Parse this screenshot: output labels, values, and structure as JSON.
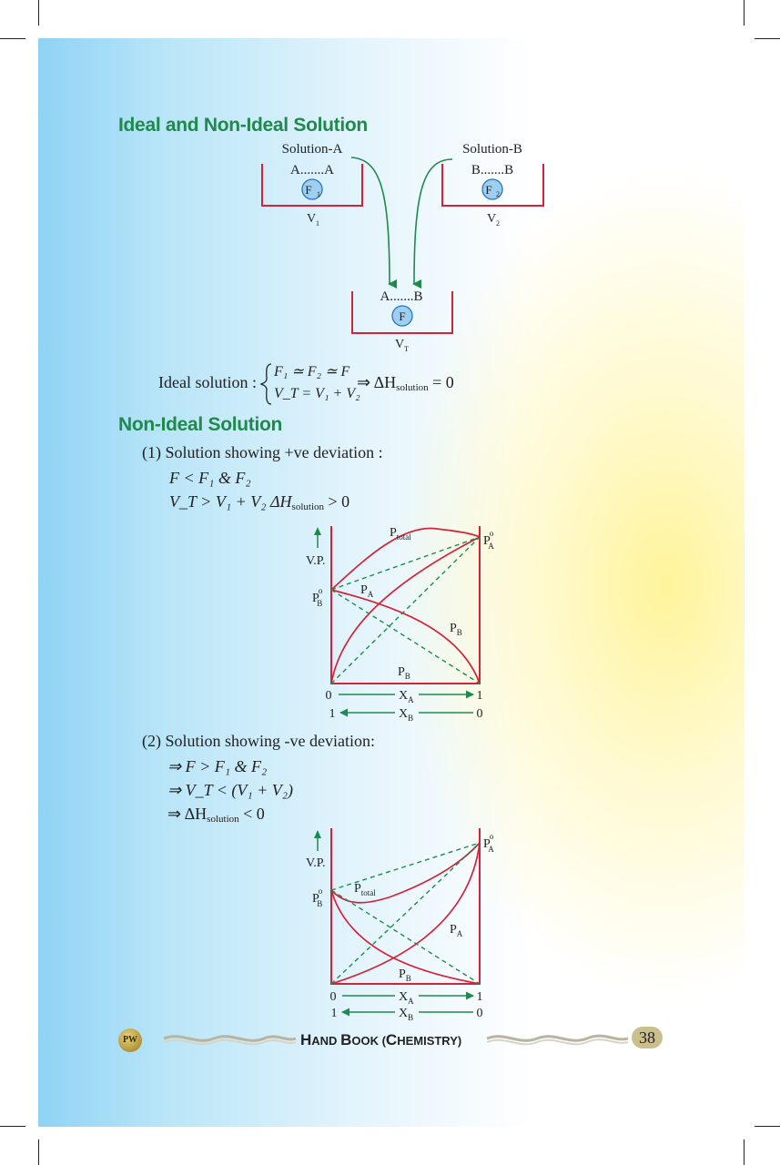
{
  "headings": {
    "ideal": "Ideal and Non-Ideal Solution",
    "nonideal": "Non-Ideal Solution"
  },
  "diagram": {
    "solution_a": "Solution-A",
    "solution_b": "Solution-B",
    "beaker_a": "A.......A",
    "beaker_b": "B.......B",
    "beaker_mix": "A.......B",
    "f1": "F",
    "f1_sub": "1",
    "f2": "F",
    "f2_sub": "2",
    "f": "F",
    "v1": "V",
    "v1_sub": "1",
    "v2": "V",
    "v2_sub": "2",
    "vt": "V",
    "vt_sub": "T"
  },
  "ideal_eq": {
    "label": "Ideal solution :",
    "line1": "F₁ ≃ F₂ ≃ F",
    "line2": "V_T = V₁ + V₂",
    "result_prefix": "⇒ ΔH",
    "result_sub": "solution",
    "result_suffix": " = 0"
  },
  "positive": {
    "title": "(1) Solution showing +ve deviation :",
    "cond1": "F < F₁ & F₂",
    "cond2_a": "V_T > V₁ + V₂ ΔH",
    "cond2_sub": "solution",
    "cond2_b": " > 0"
  },
  "negative": {
    "title": "(2) Solution showing -ve deviation:",
    "cond1": "⇒ F > F₁ & F₂",
    "cond2": "⇒ V_T < (V₁ + V₂)",
    "cond3_a": "⇒ ΔH",
    "cond3_sub": "solution",
    "cond3_b": " < 0"
  },
  "graph_labels": {
    "vp": "V.P.",
    "p": "P",
    "total": "total",
    "a": "A",
    "b": "B",
    "o": "o",
    "x": "X",
    "zero": "0",
    "one": "1"
  },
  "footer": {
    "title_h": "H",
    "title_and": "AND ",
    "title_b": "B",
    "title_ook": "OOK (",
    "title_c": "C",
    "title_hem": "HEMISTRY)",
    "page": "38",
    "logo": "PW"
  },
  "colors": {
    "heading": "#1f8a4c",
    "curve": "#d2233a",
    "arrow": "#1f8a4c",
    "bubble": "#9dcff0"
  }
}
